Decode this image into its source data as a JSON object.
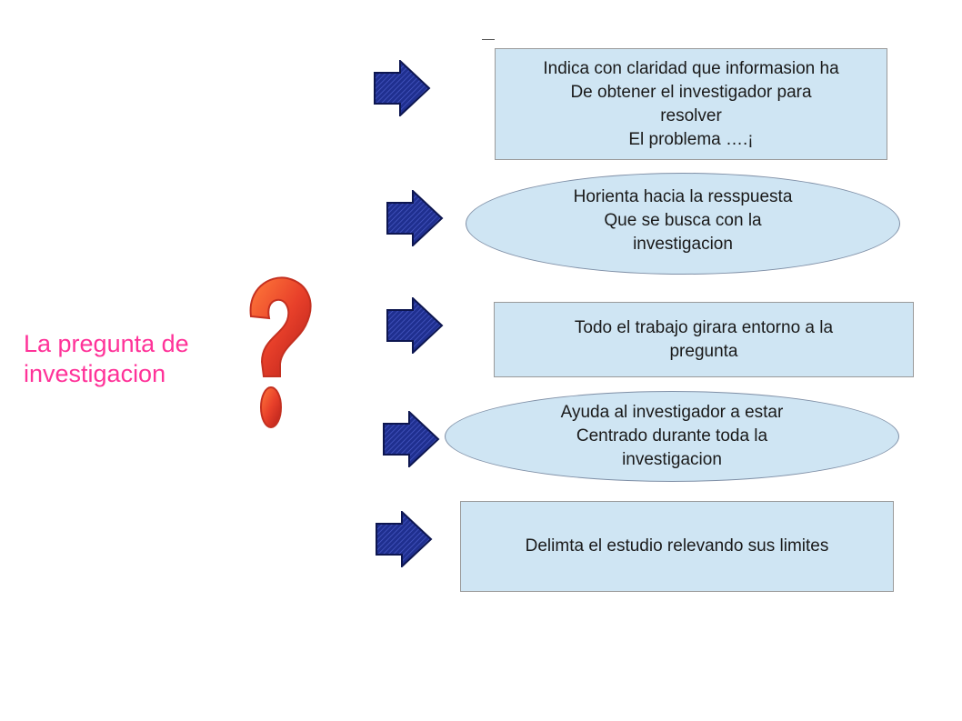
{
  "title": {
    "lines": [
      "La pregunta de",
      "investigacion"
    ],
    "color": "#ff3399"
  },
  "question_mark": {
    "icon": "question-mark-icon",
    "color": "#e8402a"
  },
  "arrow_color": "#1f2f8f",
  "items": [
    {
      "shape": "rectangle",
      "lines": [
        "Indica con claridad que informasion ha",
        "De obtener el investigador para",
        "resolver",
        "El problema ….¡"
      ]
    },
    {
      "shape": "ellipse",
      "lines": [
        "Horienta hacia la resspuesta",
        "Que se  busca con la",
        "investigacion"
      ]
    },
    {
      "shape": "rectangle",
      "lines": [
        "Todo el trabajo girara entorno a la",
        "pregunta"
      ]
    },
    {
      "shape": "ellipse",
      "lines": [
        "Ayuda al investigador a estar",
        "Centrado  durante toda la",
        "investigacion"
      ]
    },
    {
      "shape": "rectangle",
      "lines": [
        "Delimta el  estudio relevando sus limites"
      ]
    }
  ]
}
